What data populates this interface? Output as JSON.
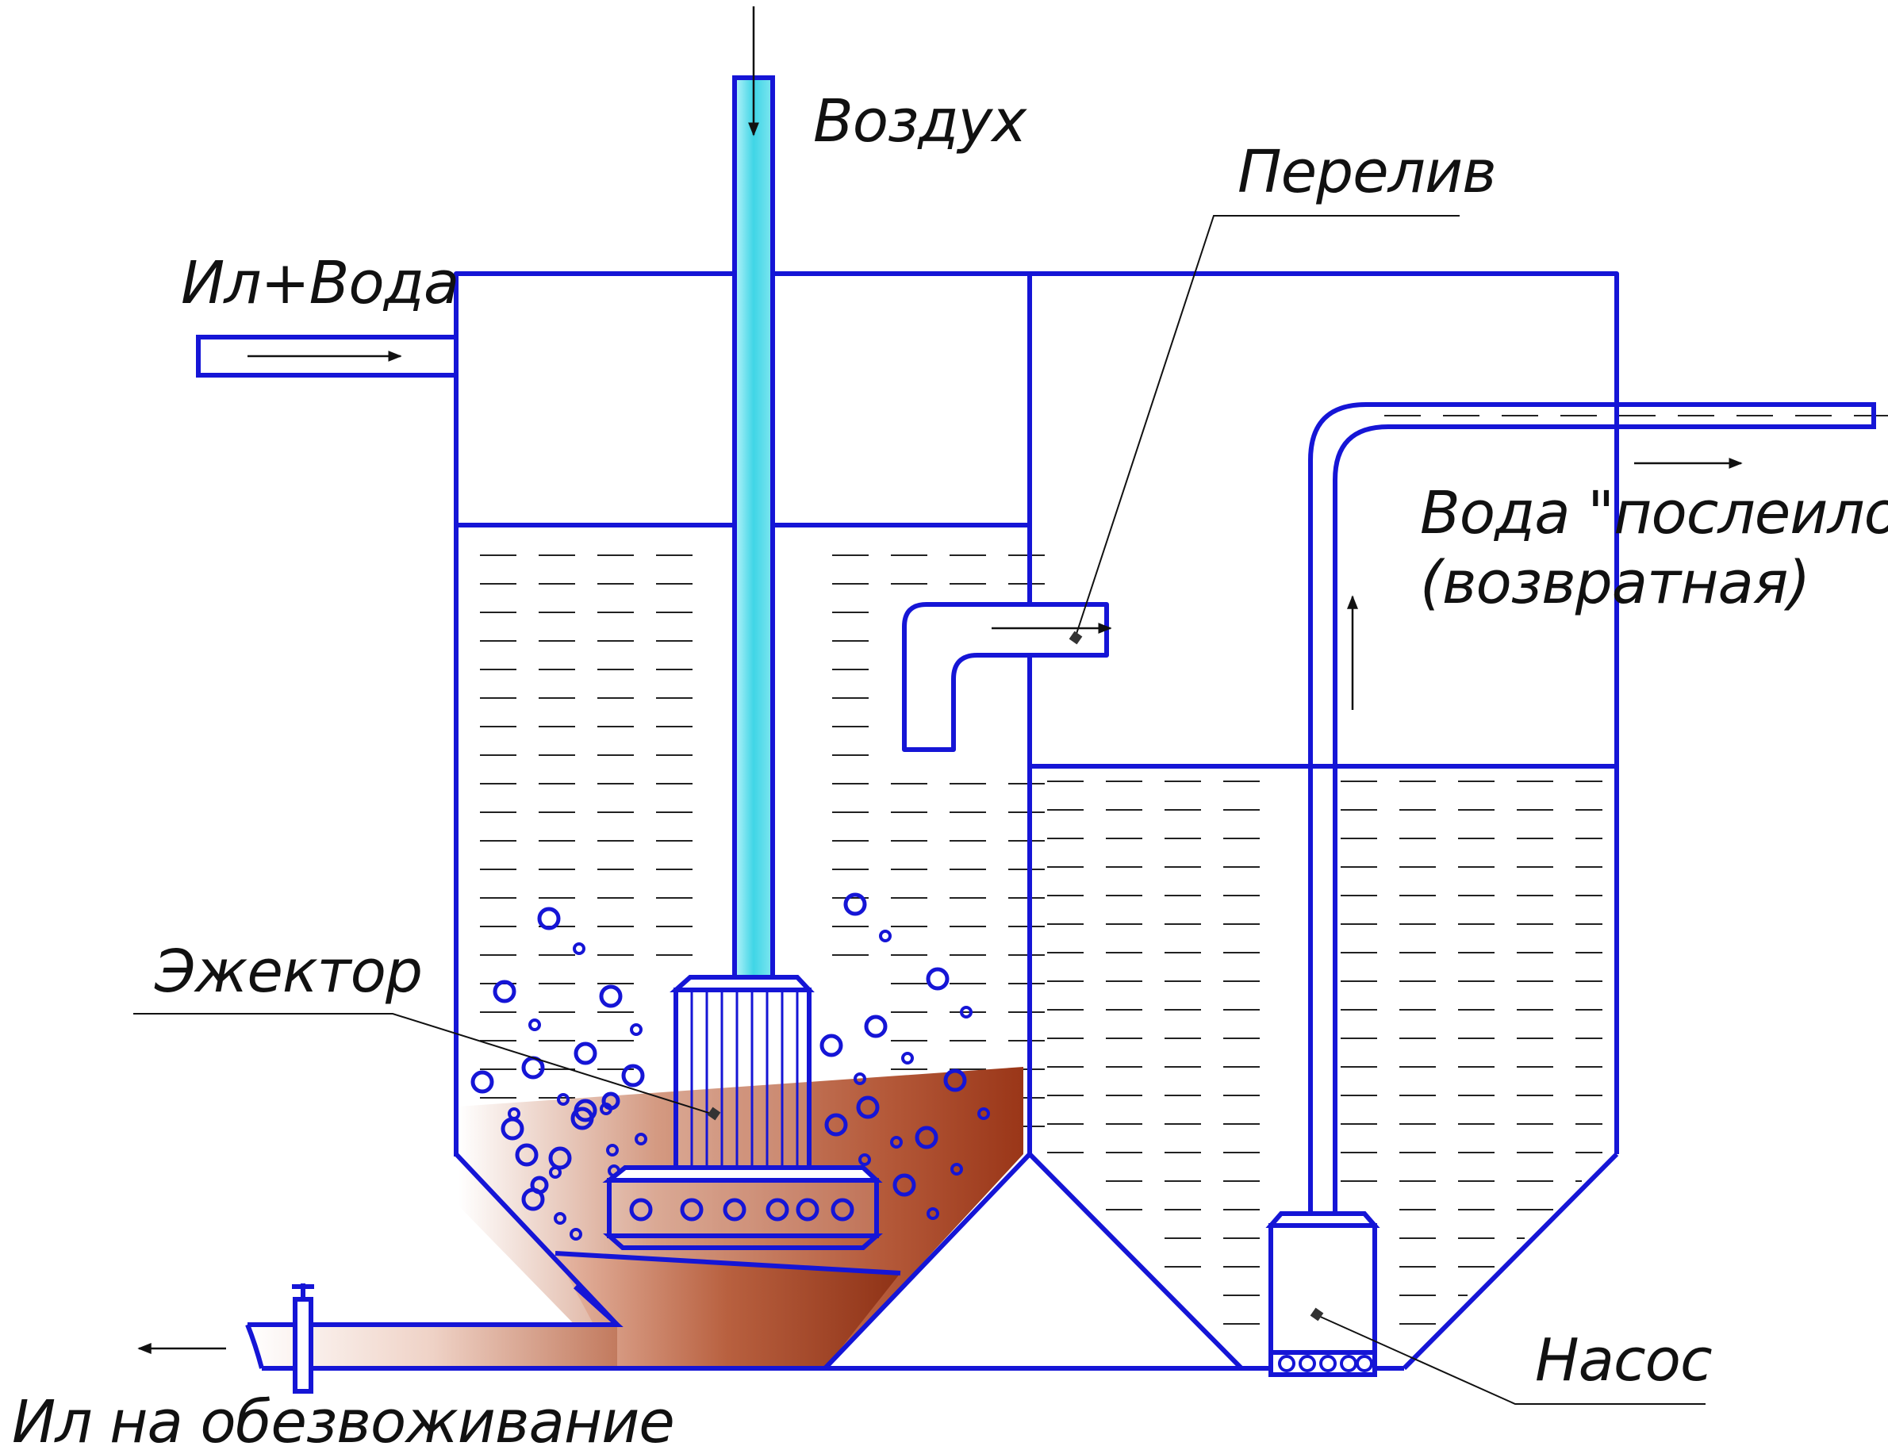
{
  "labels": {
    "air": "Воздух",
    "inflow": "Ил+Вода",
    "overflow": "Перелив",
    "return_water_line1": "Вода \"послеиловая\"",
    "return_water_line2": "(возвратная)",
    "ejector": "Эжектор",
    "pump": "Насос",
    "sludge_out": "Ил на обезвоживание"
  },
  "colors": {
    "line": "#1515d6",
    "air_pipe": "#40d8e8",
    "sludge": "#a8442a",
    "leader": "#111111",
    "background": "#ffffff"
  }
}
